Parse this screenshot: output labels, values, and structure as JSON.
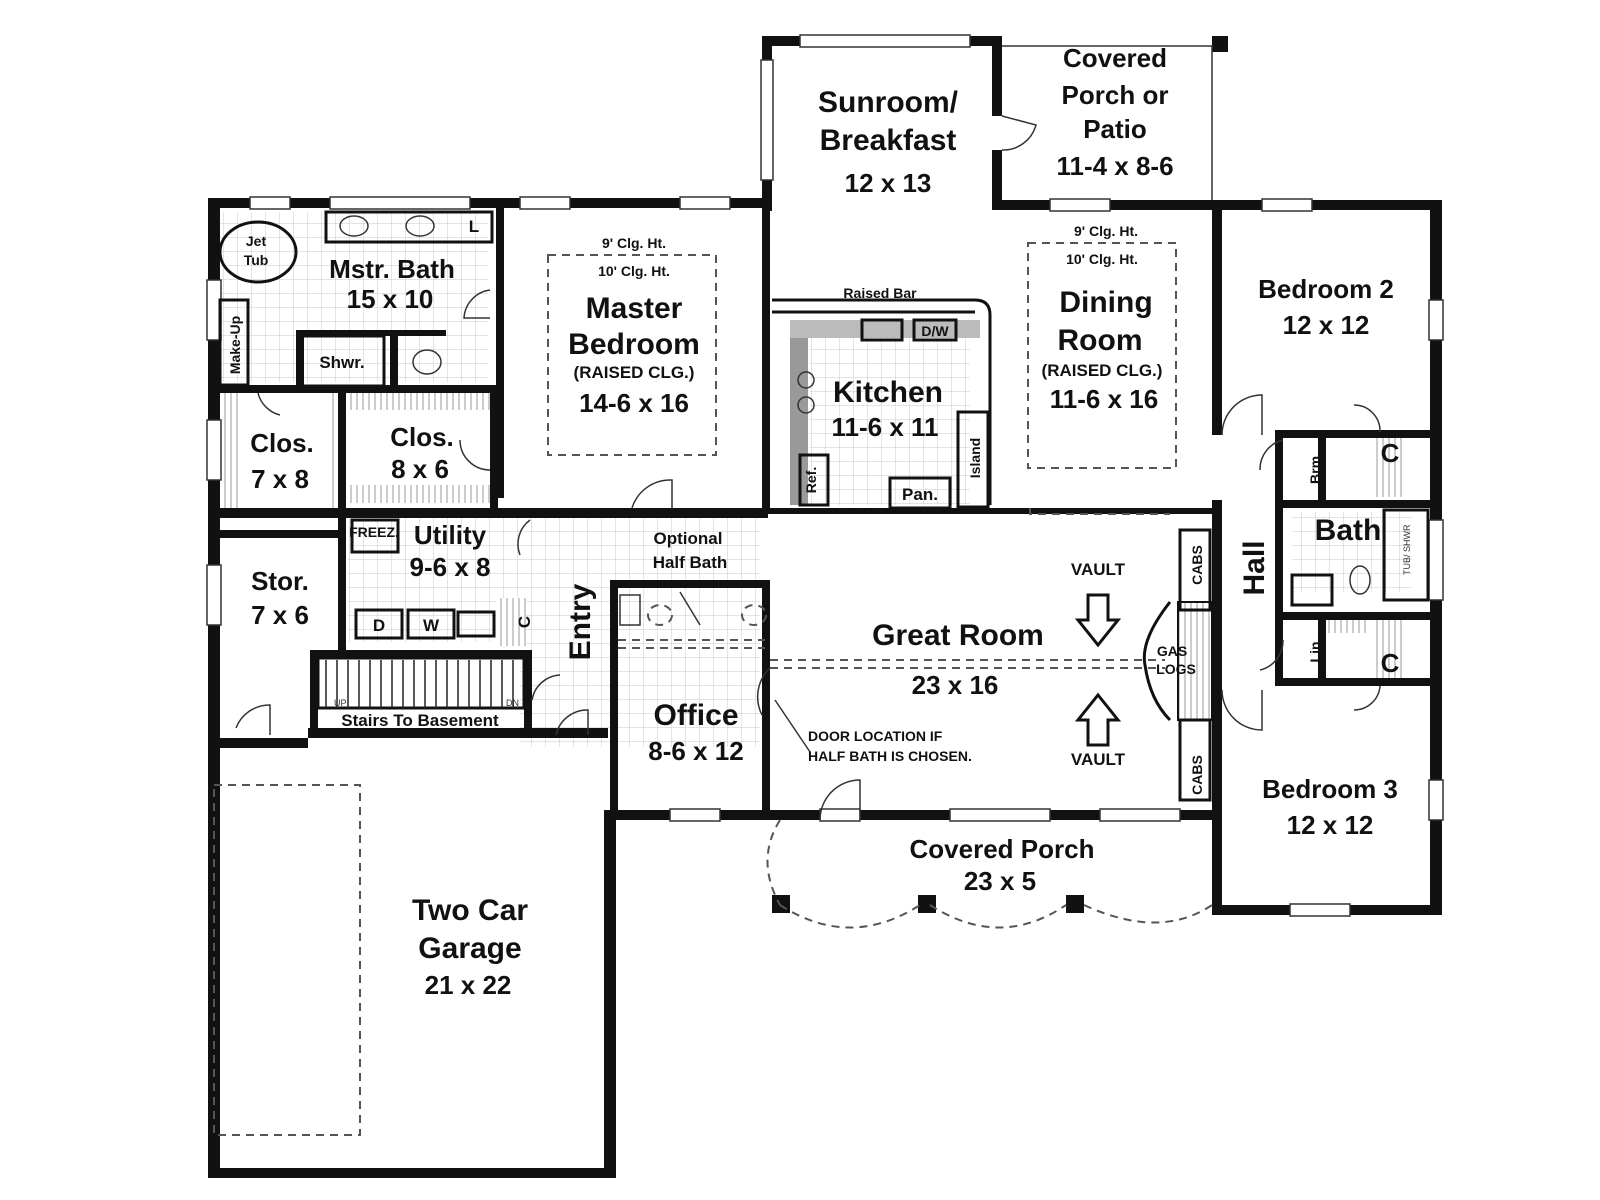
{
  "rooms": {
    "sunroom": {
      "name1": "Sunroom/",
      "name2": "Breakfast",
      "dims": "12 x 13"
    },
    "porch_patio": {
      "name1": "Covered",
      "name2": "Porch or",
      "name3": "Patio",
      "dims": "11-4 x 8-6"
    },
    "mstr_bath": {
      "name": "Mstr. Bath",
      "dims": "15 x 10"
    },
    "master_bedroom": {
      "name1": "Master",
      "name2": "Bedroom",
      "note": "(RAISED CLG.)",
      "dims": "14-6 x 16",
      "clg1": "9' Clg. Ht.",
      "clg2": "10' Clg. Ht."
    },
    "kitchen": {
      "name": "Kitchen",
      "dims": "11-6 x 11"
    },
    "dining": {
      "name1": "Dining",
      "name2": "Room",
      "note": "(RAISED CLG.)",
      "dims": "11-6 x 16",
      "clg1": "9' Clg. Ht.",
      "clg2": "10' Clg. Ht."
    },
    "bedroom2": {
      "name": "Bedroom 2",
      "dims": "12 x 12"
    },
    "clos1": {
      "name": "Clos.",
      "dims": "7 x 8"
    },
    "clos2": {
      "name": "Clos.",
      "dims": "8 x 6"
    },
    "utility": {
      "name": "Utility",
      "dims": "9-6 x 8"
    },
    "stor": {
      "name": "Stor.",
      "dims": "7 x 6"
    },
    "entry": {
      "name": "Entry"
    },
    "half_bath": {
      "name1": "Optional",
      "name2": "Half Bath"
    },
    "great_room": {
      "name": "Great Room",
      "dims": "23 x 16"
    },
    "office": {
      "name": "Office",
      "dims": "8-6 x 12"
    },
    "hall": {
      "name": "Hall"
    },
    "bath": {
      "name": "Bath"
    },
    "bedroom3": {
      "name": "Bedroom 3",
      "dims": "12 x 12"
    },
    "covered_porch": {
      "name": "Covered Porch",
      "dims": "23 x 5"
    },
    "garage": {
      "name1": "Two Car",
      "name2": "Garage",
      "dims": "21 x 22"
    }
  },
  "labels": {
    "jet_tub1": "Jet",
    "jet_tub2": "Tub",
    "lav": "L",
    "makeup": "Make-Up",
    "shower": "Shwr.",
    "raised_bar": "Raised Bar",
    "dw": "D/W",
    "ref": "Ref.",
    "pantry": "Pan.",
    "island": "Island",
    "freez": "FREEZ.",
    "dryer": "D",
    "washer": "W",
    "closet_c": "C",
    "stairs": "Stairs To Basement",
    "up": "UP",
    "dn": "DN",
    "vault_top": "VAULT",
    "vault_bottom": "VAULT",
    "cabs_top": "CABS",
    "cabs_bottom": "CABS",
    "gas1": "GAS",
    "gas2": "LOGS",
    "door_note1": "DOOR LOCATION IF",
    "door_note2": "HALF BATH IS CHOSEN.",
    "broom": "Brm.",
    "linen": "Lin.",
    "c_bed2": "C",
    "c_bed3": "C",
    "tub_shwr": "TUB/ SHWR"
  }
}
